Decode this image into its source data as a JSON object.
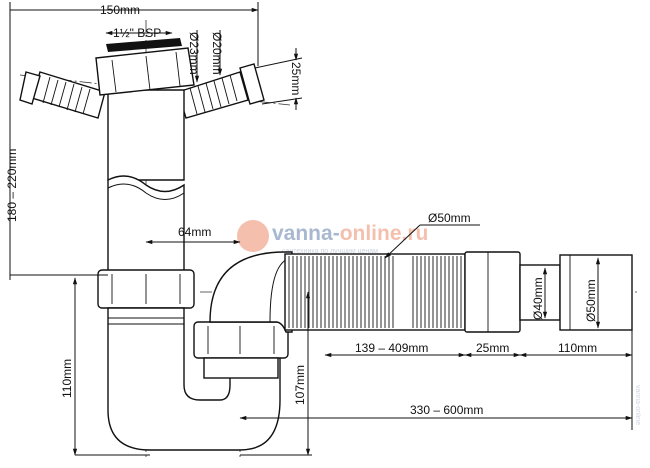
{
  "dimensions": {
    "overall_width": "150mm",
    "thread": "1½\" BSP",
    "inlet_outer_diameter": "Ø23mm",
    "inlet_inner_diameter": "Ø20mm",
    "inlet_offset": "25mm",
    "height_range": "180 – 220mm",
    "center_offset": "64mm",
    "flex_diameter": "Ø50mm",
    "outlet_inner_diameter": "Ø40mm",
    "outlet_outer_diameter": "Ø50mm",
    "flex_length": "139 – 409mm",
    "coupling_length": "25mm",
    "outlet_length": "110mm",
    "trap_height": "110mm",
    "outlet_height": "107mm",
    "total_reach": "330 – 600mm"
  },
  "watermark": {
    "brand": "vanna-online.ru",
    "brand_part1": "vanna-",
    "brand_part2": "online.ru",
    "tagline": "сантехника по лучшим ценам",
    "side_text": "vanna-online",
    "colors": {
      "blue": "#9fb0cc",
      "orange": "#f3b9a4"
    }
  }
}
